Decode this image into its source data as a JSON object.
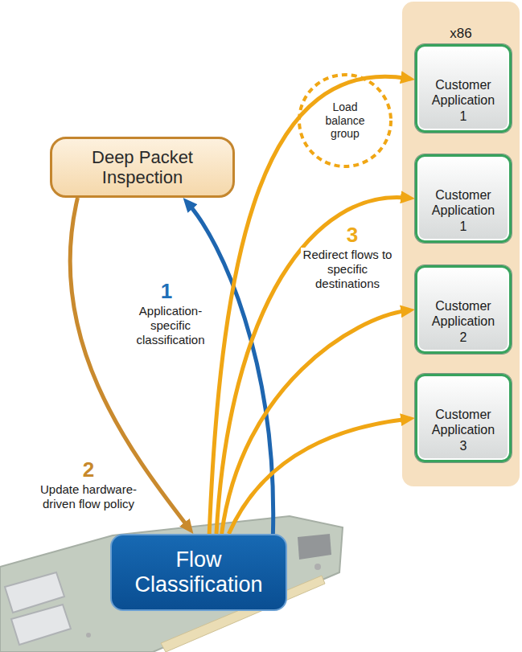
{
  "diagram": {
    "nodes": [
      {
        "text": [
          "x86"
        ]
      },
      {
        "text": [
          "Customer Application 1"
        ],
        "in": 0
      },
      {
        "text": [
          "Customer Application 1"
        ],
        "in": 0
      },
      {
        "text": [
          "Customer Application 2"
        ],
        "in": 0
      },
      {
        "text": [
          "Customer Application 3"
        ],
        "in": 0
      },
      {
        "text": [
          "Deep Packet Inspection"
        ]
      },
      {
        "text": [
          "Load balance group"
        ]
      },
      {
        "text": [
          "Flow Classification"
        ]
      }
    ],
    "edges": [
      {
        "from": 7,
        "to": 5,
        "arrow": "to",
        "label": "Application-specific classification"
      },
      {
        "from": 5,
        "to": 7,
        "arrow": "to",
        "label": "Update hardware-driven flow policy"
      },
      {
        "from": 7,
        "to": 1,
        "arrow": "to"
      },
      {
        "from": 7,
        "to": 2,
        "arrow": "to",
        "label": "Redirect flows to specific destinations"
      },
      {
        "from": 7,
        "to": 3,
        "arrow": "to"
      },
      {
        "from": 7,
        "to": 4,
        "arrow": "to"
      }
    ],
    "labels": [
      "1",
      "2",
      "3"
    ]
  }
}
